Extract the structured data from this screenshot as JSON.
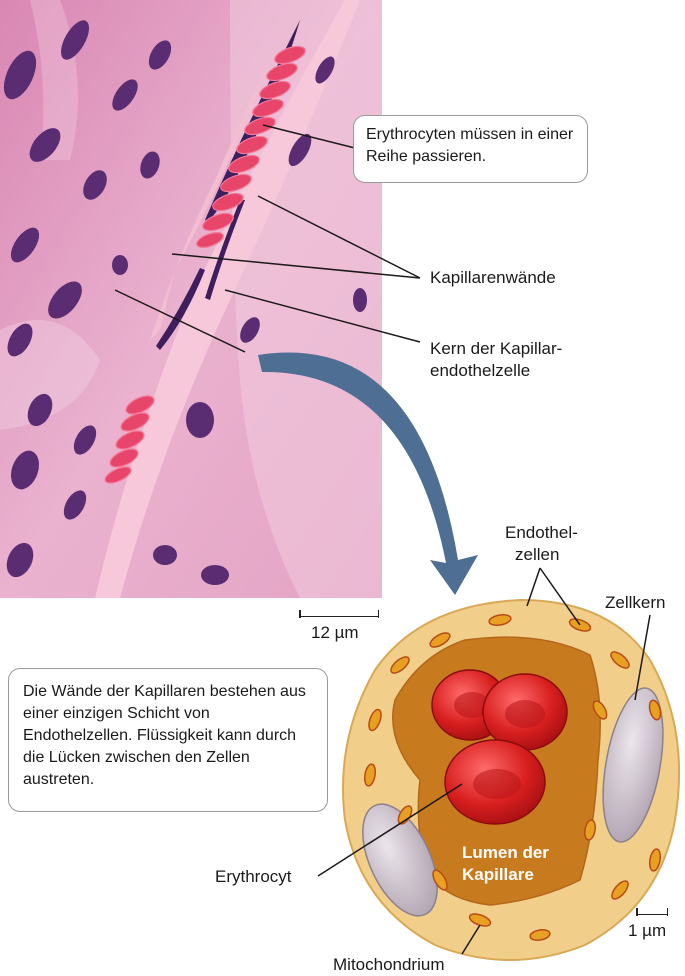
{
  "callouts": {
    "erythrocytes_single_file": "Erythrocyten müssen in einer Reihe passieren.",
    "walls_description": "Die Wände der Kapillaren bestehen aus einer einzigen Schicht von Endothelzellen. Flüssigkeit kann durch die Lücken zwischen den Zellen austreten."
  },
  "labels": {
    "capillary_walls": "Kapillarenwände",
    "endothelial_nucleus_line1": "Kern der Kapillar-",
    "endothelial_nucleus_line2": "endothelzelle",
    "endothelial_cells_line1": "Endothel-",
    "endothelial_cells_line2": "zellen",
    "cell_nucleus": "Zellkern",
    "erythrocyte": "Erythrocyt",
    "mitochondrion": "Mitochondrium",
    "lumen_line1": "Lumen der",
    "lumen_line2": "Kapillare"
  },
  "scalebars": {
    "micrograph": "12 µm",
    "diagram": "1 µm"
  },
  "colors": {
    "tissue_pink": "#e9a6c7",
    "erythrocyte_red": "#e8456a",
    "nucleus_purple": "#4a2a6a",
    "endothelium_cream": "#f1cf8a",
    "lumen_brown": "#c87a1e",
    "blood_cell_red": "#d42a2a",
    "arrow_blue": "#4f6e93"
  }
}
